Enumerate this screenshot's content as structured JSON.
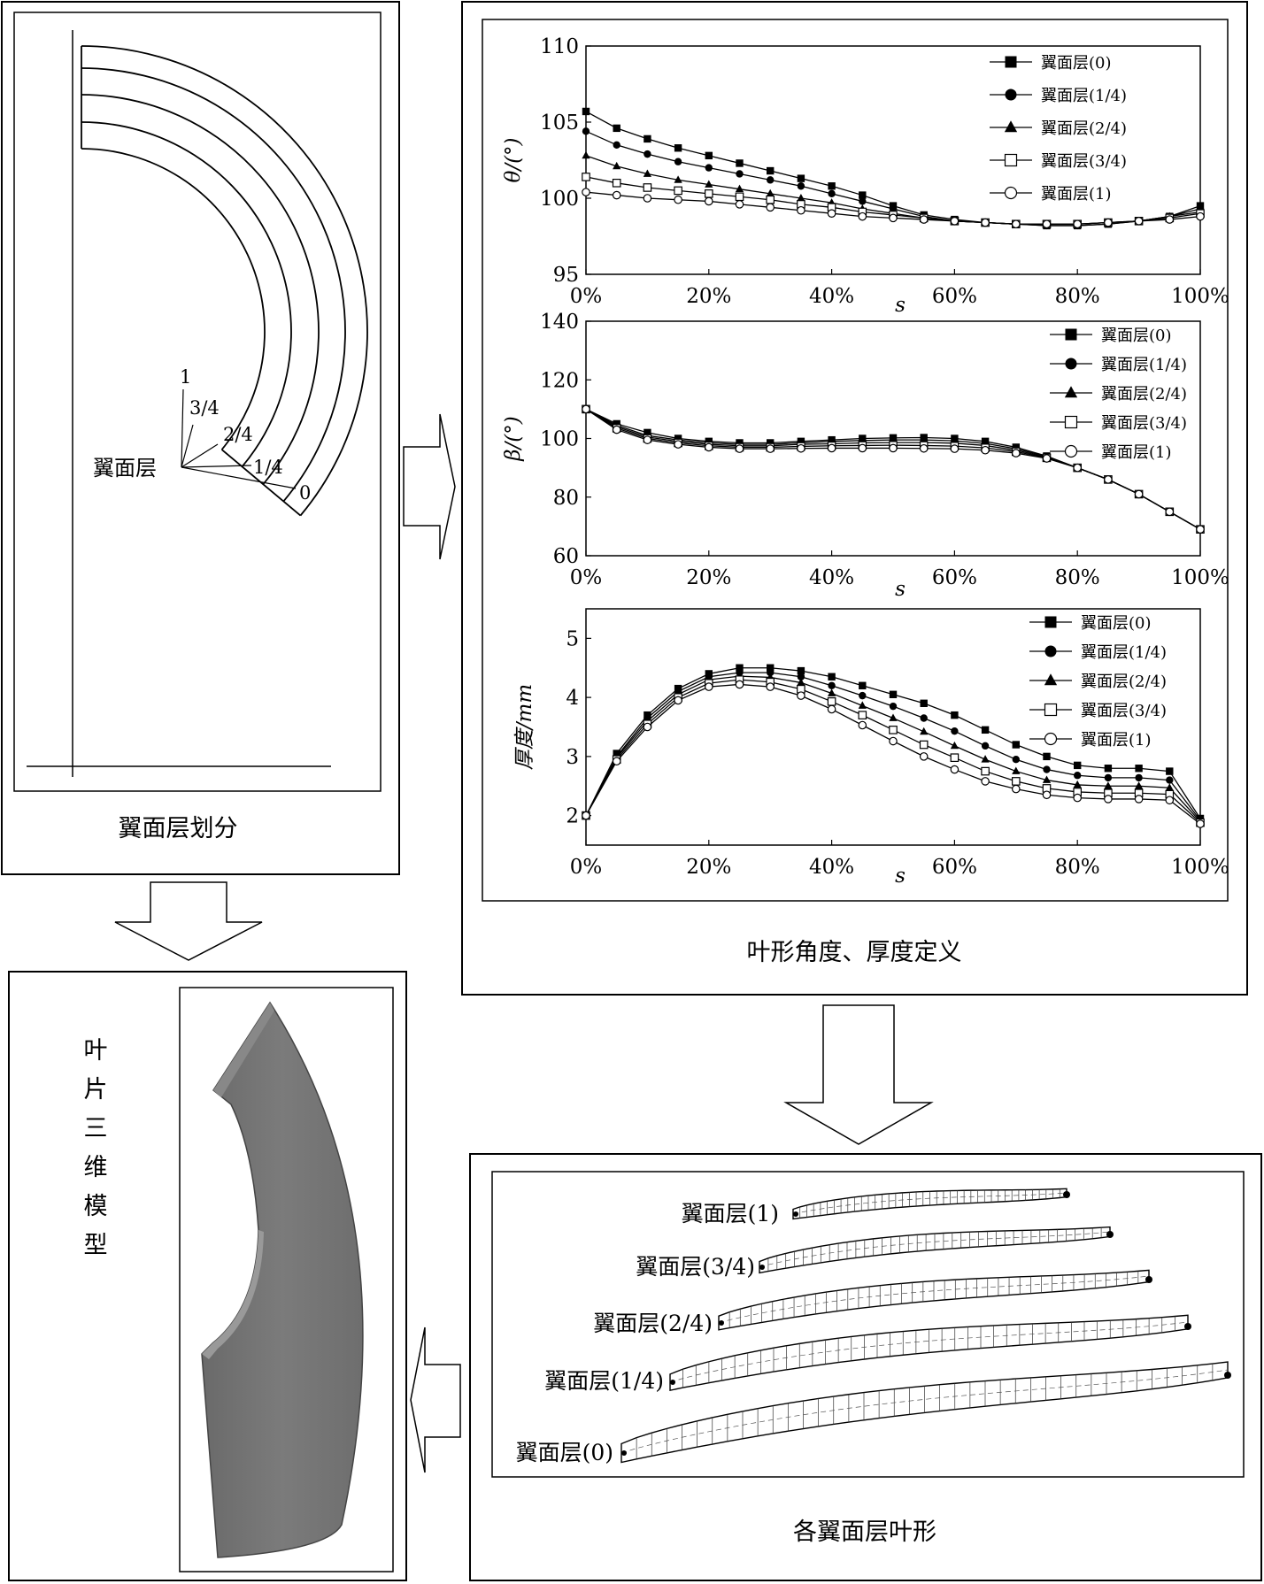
{
  "panels": {
    "division": {
      "caption": "翼面层划分",
      "root_label": "翼面层",
      "fraction_labels": [
        "1",
        "3/4",
        "2/4",
        "1/4",
        "0"
      ]
    },
    "definition": {
      "caption": "叶形角度、厚度定义"
    },
    "profiles": {
      "caption": "各翼面层叶形",
      "labels": [
        "翼面层(1)",
        "翼面层(3/4)",
        "翼面层(2/4)",
        "翼面层(1/4)",
        "翼面层(0)"
      ]
    },
    "model": {
      "caption_chars": [
        "叶",
        "片",
        "三",
        "维",
        "模",
        "型"
      ]
    }
  },
  "legend": [
    "翼面层(0)",
    "翼面层(1/4)",
    "翼面层(2/4)",
    "翼面层(3/4)",
    "翼面层(1)"
  ],
  "chart_data": [
    {
      "type": "line",
      "xlabel": "s",
      "ylabel": "θ/(°)",
      "ylim": [
        95,
        110
      ],
      "yticks": [
        "95",
        "100",
        "105",
        "110"
      ],
      "xticks": [
        "0%",
        "20%",
        "40%",
        "60%",
        "80%",
        "100%"
      ],
      "legend_position": "top-right",
      "x": [
        0,
        5,
        10,
        15,
        20,
        25,
        30,
        35,
        40,
        45,
        50,
        55,
        60,
        65,
        70,
        75,
        80,
        85,
        90,
        95,
        100
      ],
      "series": [
        {
          "name": "翼面层(0)",
          "values": [
            105.7,
            104.6,
            103.9,
            103.3,
            102.8,
            102.3,
            101.8,
            101.3,
            100.8,
            100.2,
            99.5,
            98.9,
            98.6,
            98.4,
            98.3,
            98.2,
            98.2,
            98.3,
            98.5,
            98.8,
            99.5
          ]
        },
        {
          "name": "翼面层(1/4)",
          "values": [
            104.4,
            103.5,
            102.9,
            102.4,
            102.0,
            101.6,
            101.2,
            100.8,
            100.3,
            99.8,
            99.3,
            98.8,
            98.5,
            98.4,
            98.3,
            98.2,
            98.2,
            98.3,
            98.5,
            98.8,
            99.3
          ]
        },
        {
          "name": "翼面层(2/4)",
          "values": [
            102.8,
            102.1,
            101.6,
            101.2,
            100.9,
            100.6,
            100.3,
            100.0,
            99.7,
            99.3,
            99.0,
            98.7,
            98.5,
            98.4,
            98.3,
            98.3,
            98.3,
            98.4,
            98.5,
            98.8,
            99.1
          ]
        },
        {
          "name": "翼面层(3/4)",
          "values": [
            101.4,
            101.0,
            100.7,
            100.5,
            100.3,
            100.1,
            99.9,
            99.6,
            99.4,
            99.1,
            98.9,
            98.7,
            98.5,
            98.4,
            98.3,
            98.3,
            98.3,
            98.4,
            98.5,
            98.7,
            99.0
          ]
        },
        {
          "name": "翼面层(1)",
          "values": [
            100.4,
            100.2,
            100.0,
            99.9,
            99.8,
            99.6,
            99.4,
            99.2,
            99.0,
            98.8,
            98.7,
            98.6,
            98.5,
            98.4,
            98.3,
            98.3,
            98.3,
            98.4,
            98.5,
            98.6,
            98.8
          ]
        }
      ]
    },
    {
      "type": "line",
      "xlabel": "s",
      "ylabel": "β/(°)",
      "ylim": [
        60,
        140
      ],
      "yticks": [
        "60",
        "80",
        "100",
        "120",
        "140"
      ],
      "xticks": [
        "0%",
        "20%",
        "40%",
        "60%",
        "80%",
        "100%"
      ],
      "legend_position": "top-right",
      "x": [
        0,
        5,
        10,
        15,
        20,
        25,
        30,
        35,
        40,
        45,
        50,
        55,
        60,
        65,
        70,
        75,
        80,
        85,
        90,
        95,
        100
      ],
      "series": [
        {
          "name": "翼面层(0)",
          "values": [
            110,
            105,
            102,
            100,
            99,
            98.5,
            98.5,
            99,
            99.5,
            100,
            100.2,
            100.3,
            100,
            99,
            97,
            94,
            90,
            86,
            81,
            75,
            69
          ]
        },
        {
          "name": "翼面层(1/4)",
          "values": [
            110,
            104.5,
            101,
            99.5,
            98.5,
            98,
            98,
            98.5,
            99,
            99.3,
            99.5,
            99.5,
            99.2,
            98.3,
            96.5,
            93.8,
            90,
            86,
            81,
            75,
            69
          ]
        },
        {
          "name": "翼面层(2/4)",
          "values": [
            110,
            104,
            100.5,
            99,
            98,
            97.5,
            97.5,
            98,
            98.2,
            98.5,
            98.6,
            98.6,
            98.4,
            97.6,
            96,
            93.6,
            90,
            86,
            81,
            75,
            69
          ]
        },
        {
          "name": "翼面层(3/4)",
          "values": [
            110,
            103.5,
            100,
            98.5,
            97.5,
            97,
            97,
            97.3,
            97.5,
            97.6,
            97.7,
            97.6,
            97.4,
            96.8,
            95.5,
            93.4,
            90,
            86,
            81,
            75,
            69
          ]
        },
        {
          "name": "翼面层(1)",
          "values": [
            110,
            103,
            99.5,
            98,
            97,
            96.5,
            96.5,
            96.6,
            96.7,
            96.7,
            96.7,
            96.6,
            96.5,
            96,
            95,
            93.2,
            90,
            86,
            81,
            75,
            69
          ]
        }
      ]
    },
    {
      "type": "line",
      "xlabel": "s",
      "ylabel": "厚度/mm",
      "ylim": [
        1.5,
        5.5
      ],
      "yticks": [
        "2",
        "3",
        "4",
        "5"
      ],
      "xticks": [
        "0%",
        "20%",
        "40%",
        "60%",
        "80%",
        "100%"
      ],
      "legend_position": "top-right",
      "x": [
        0,
        5,
        10,
        15,
        20,
        25,
        30,
        35,
        40,
        45,
        50,
        55,
        60,
        65,
        70,
        75,
        80,
        85,
        90,
        95,
        100
      ],
      "series": [
        {
          "name": "翼面层(0)",
          "values": [
            2.0,
            3.05,
            3.7,
            4.15,
            4.4,
            4.5,
            4.5,
            4.45,
            4.35,
            4.2,
            4.05,
            3.9,
            3.7,
            3.45,
            3.2,
            3.0,
            2.85,
            2.8,
            2.8,
            2.75,
            1.95
          ]
        },
        {
          "name": "翼面层(1/4)",
          "values": [
            2.0,
            3.0,
            3.65,
            4.1,
            4.35,
            4.42,
            4.42,
            4.35,
            4.2,
            4.03,
            3.85,
            3.65,
            3.43,
            3.18,
            2.95,
            2.78,
            2.68,
            2.64,
            2.64,
            2.6,
            1.92
          ]
        },
        {
          "name": "翼面层(2/4)",
          "values": [
            2.0,
            2.98,
            3.6,
            4.05,
            4.3,
            4.36,
            4.34,
            4.25,
            4.07,
            3.86,
            3.65,
            3.42,
            3.18,
            2.95,
            2.75,
            2.6,
            2.52,
            2.5,
            2.5,
            2.47,
            1.9
          ]
        },
        {
          "name": "翼面层(3/4)",
          "values": [
            2.0,
            2.95,
            3.55,
            4.0,
            4.24,
            4.3,
            4.26,
            4.14,
            3.93,
            3.7,
            3.45,
            3.2,
            2.98,
            2.75,
            2.58,
            2.46,
            2.4,
            2.38,
            2.38,
            2.36,
            1.88
          ]
        },
        {
          "name": "翼面层(1)",
          "values": [
            2.0,
            2.92,
            3.5,
            3.95,
            4.18,
            4.22,
            4.18,
            4.03,
            3.8,
            3.53,
            3.26,
            3.0,
            2.78,
            2.58,
            2.45,
            2.35,
            2.3,
            2.28,
            2.28,
            2.26,
            1.86
          ]
        }
      ]
    }
  ]
}
